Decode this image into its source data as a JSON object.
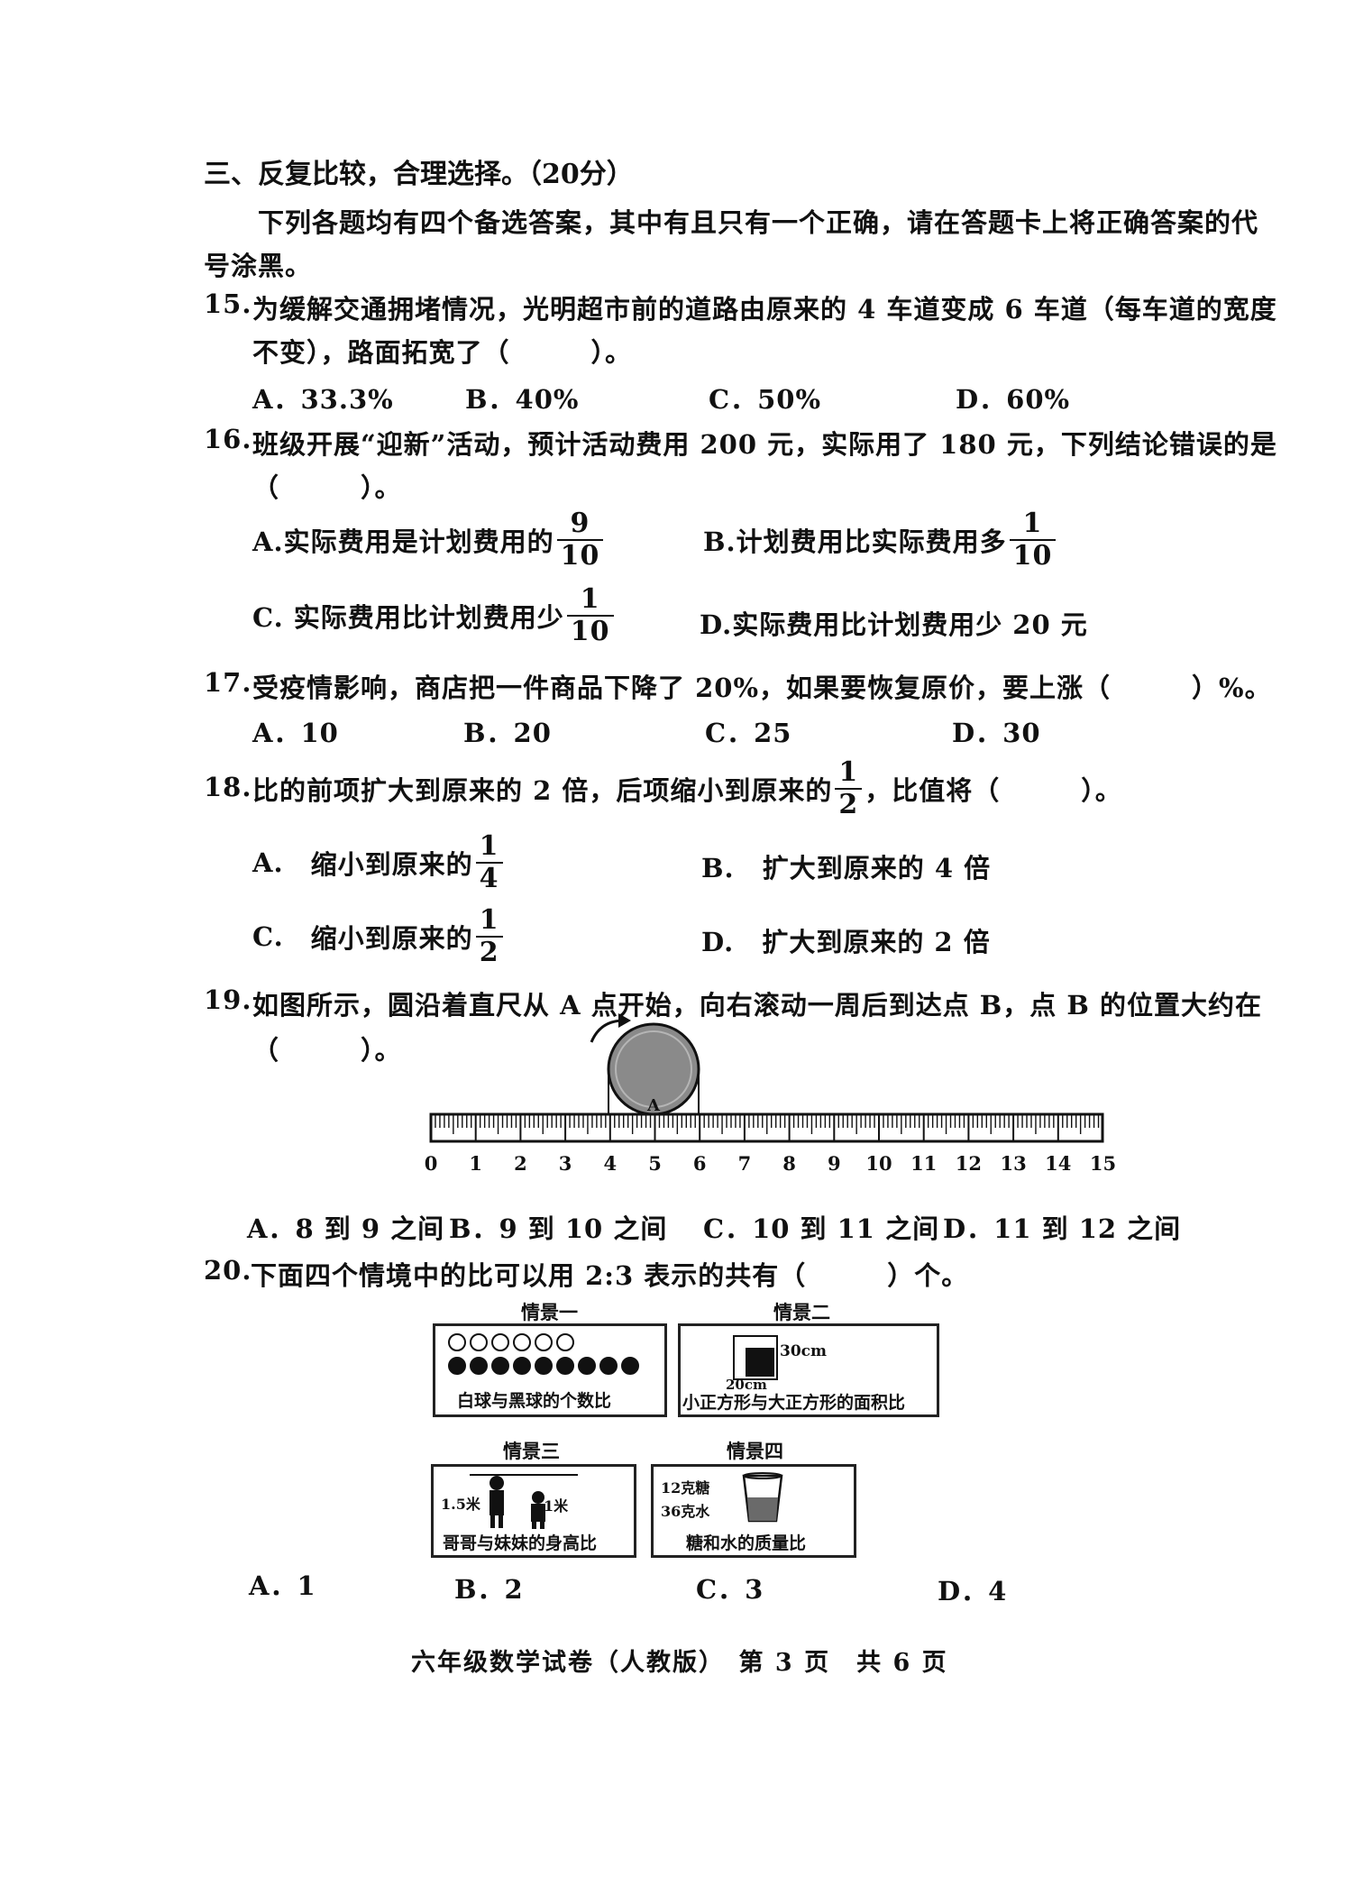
{
  "section": {
    "title": "三、反复比较，合理选择。（20分）",
    "instruction_line1": "下列各题均有四个备选答案，其中有且只有一个正确，请在答题卡上将正确答案的代",
    "instruction_line2": "号涂黑。"
  },
  "q15": {
    "number": "15.",
    "line1": "为缓解交通拥堵情况，光明超市前的道路由原来的 4 车道变成 6 车道（每车道的宽度",
    "line2": "不变），路面拓宽了（　　　）。",
    "options": [
      "A．33.3%",
      "B．40%",
      "C．50%",
      "D．60%"
    ]
  },
  "q16": {
    "number": "16.",
    "line1": "班级开展“迎新”活动，预计活动费用 200 元，实际用了 180 元，下列结论错误的是",
    "line2": "（　　　）。",
    "optA_text": "A.实际费用是计划费用的",
    "optA_num": "9",
    "optA_den": "10",
    "optB_text": "B.计划费用比实际费用多",
    "optB_num": "1",
    "optB_den": "10",
    "optC_text": "C. 实际费用比计划费用少",
    "optC_num": "1",
    "optC_den": "10",
    "optD_text": "D.实际费用比计划费用少 20 元"
  },
  "q17": {
    "number": "17.",
    "line1": "受疫情影响，商店把一件商品下降了 20%，如果要恢复原价，要上涨（　　　）%。",
    "options": [
      "A．10",
      "B．20",
      "C．25",
      "D．30"
    ]
  },
  "q18": {
    "number": "18.",
    "line1_a": "比的前项扩大到原来的 2 倍，后项缩小到原来的",
    "frac_num": "1",
    "frac_den": "2",
    "line1_b": "，比值将（　　　）。",
    "optA_label": "A.",
    "optA_text": "缩小到原来的",
    "optA_num": "1",
    "optA_den": "4",
    "optB_label": "B.",
    "optB_text": "扩大到原来的 4 倍",
    "optC_label": "C.",
    "optC_text": "缩小到原来的",
    "optC_num": "1",
    "optC_den": "2",
    "optD_label": "D.",
    "optD_text": "扩大到原来的 2 倍"
  },
  "q19": {
    "number": "19.",
    "line1": "如图所示，圆沿着直尺从 A 点开始，向右滚动一周后到达点 B，点 B 的位置大约在",
    "line2": "（　　　）。",
    "circle_label": "A",
    "ruler_labels": [
      "0",
      "1",
      "2",
      "3",
      "4",
      "5",
      "6",
      "7",
      "8",
      "9",
      "10",
      "11",
      "12",
      "13",
      "14",
      "15"
    ],
    "options": [
      "A．8 到 9 之间",
      "B．9 到 10 之间",
      "C．10 到 11 之间",
      "D．11 到 12 之间"
    ]
  },
  "q20": {
    "number": "20.",
    "line1": "下面四个情境中的比可以用 2:3 表示的共有（　　　）个。",
    "scene1": {
      "title": "情景一",
      "caption": "白球与黑球的个数比",
      "white_count": 6,
      "black_count": 9
    },
    "scene2": {
      "title": "情景二",
      "label_big": "30cm",
      "label_small": "20cm",
      "caption": "小正方形与大正方形的面积比"
    },
    "scene3": {
      "title": "情景三",
      "label_left": "1.5米",
      "label_right": "1米",
      "caption": "哥哥与妹妹的身高比"
    },
    "scene4": {
      "title": "情景四",
      "label_sugar": "12克糖",
      "label_water": "36克水",
      "caption": "糖和水的质量比"
    },
    "options": [
      "A．1",
      "B．2",
      "C．3",
      "D．4"
    ]
  },
  "footer": "六年级数学试卷（人教版）　第 3 页　共 6 页"
}
